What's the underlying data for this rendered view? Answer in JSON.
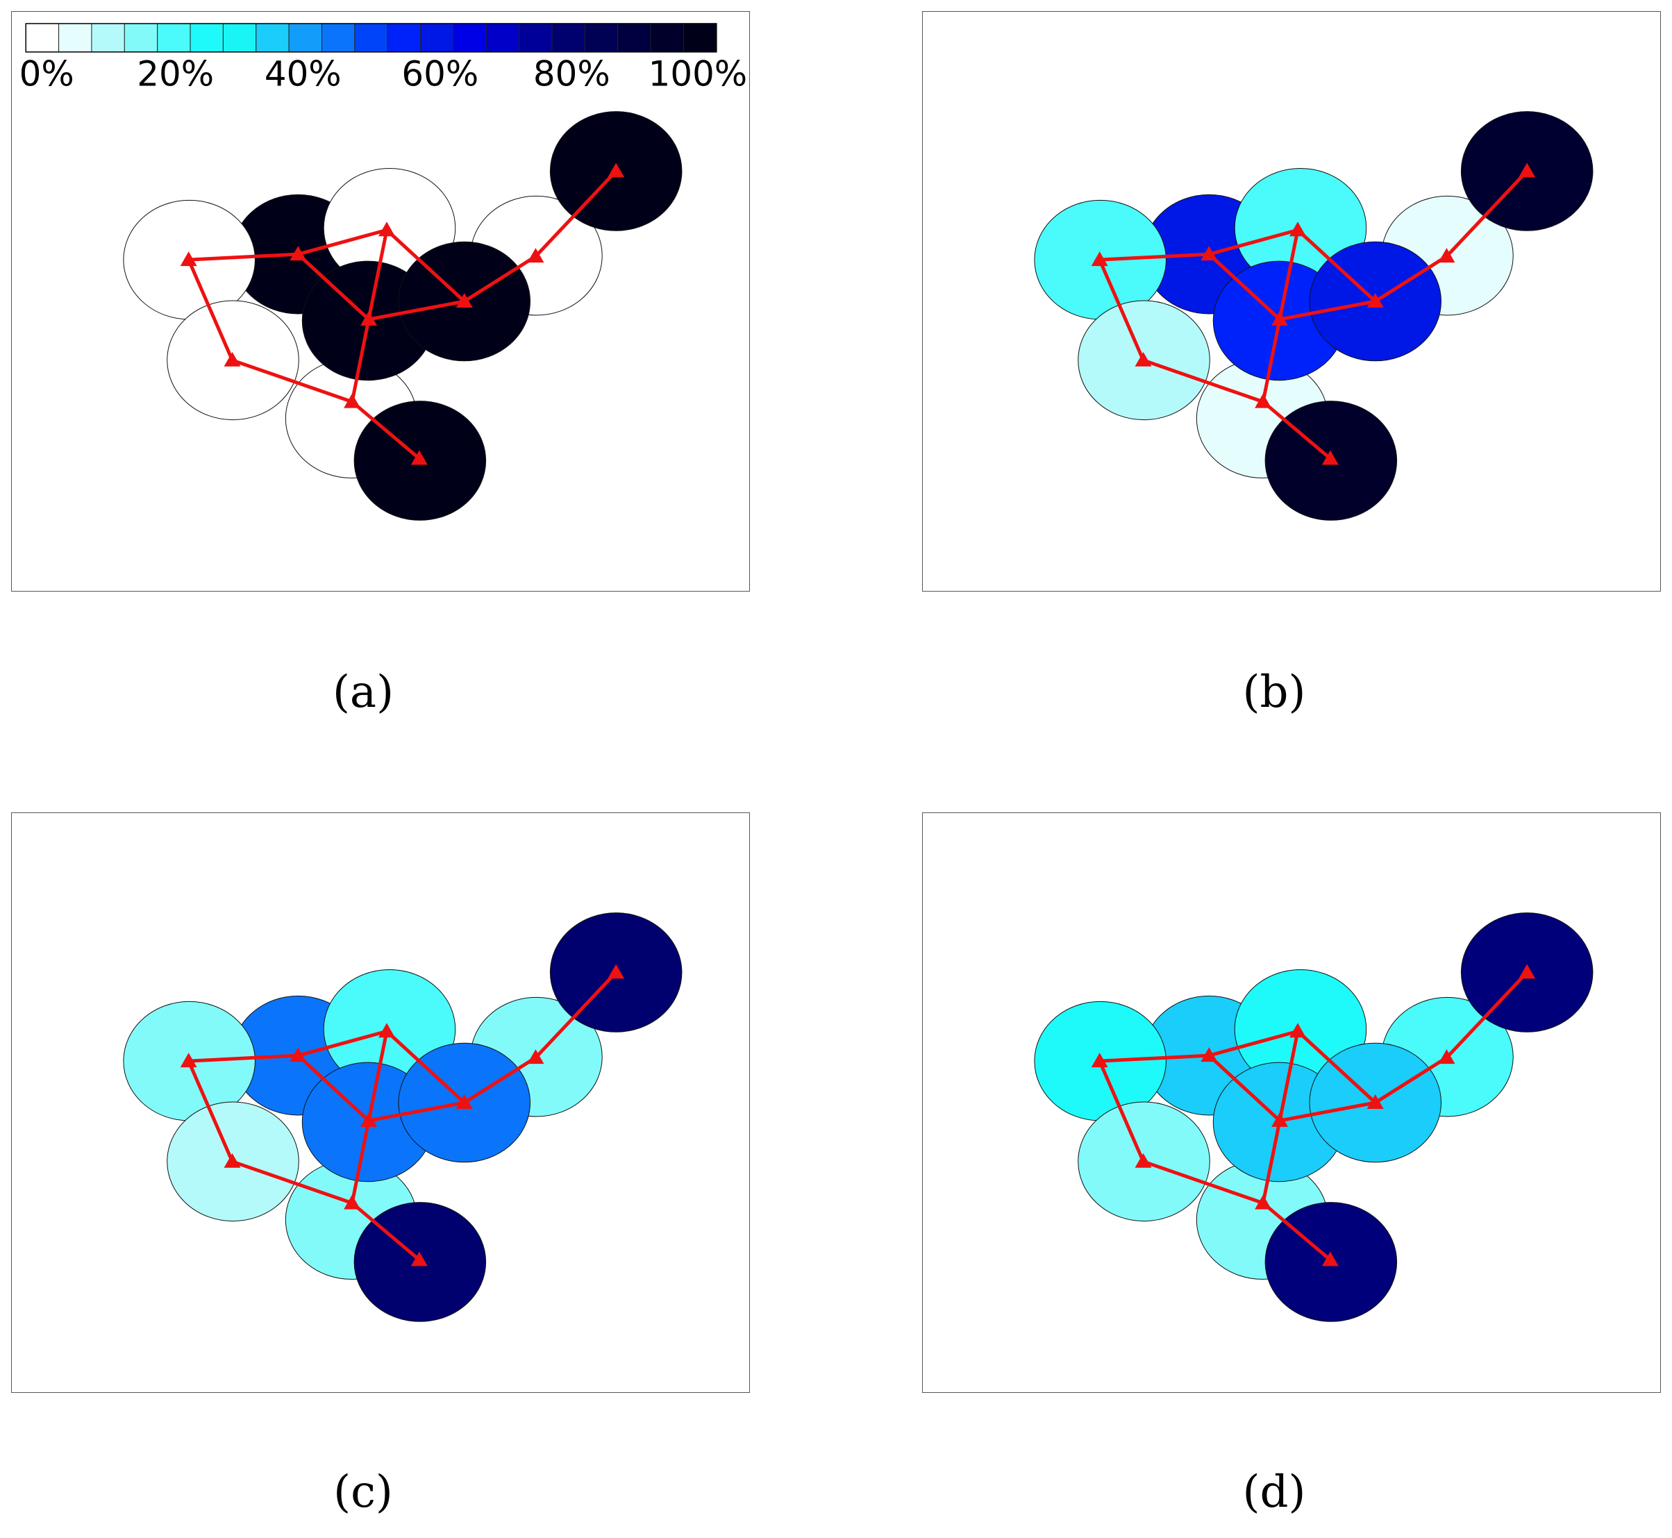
{
  "colorbar": {
    "colors": [
      "#ffffff",
      "#e5fdfd",
      "#b5fafa",
      "#83fafa",
      "#4bfafa",
      "#1efafa",
      "#19f5f5",
      "#1acdfa",
      "#139dfa",
      "#0a75fa",
      "#0044fa",
      "#0022fa",
      "#0018e6",
      "#0000e6",
      "#0000c8",
      "#000099",
      "#00006e",
      "#000055",
      "#000040",
      "#00002a",
      "#000018"
    ],
    "ticks": [
      "0%",
      "20%",
      "40%",
      "60%",
      "80%",
      "100%"
    ]
  },
  "panels": [
    {
      "caption": "(a)",
      "cells": [
        {
          "fill": "#ffffff"
        },
        {
          "fill": "#000018"
        },
        {
          "fill": "#ffffff"
        },
        {
          "fill": "#000018"
        },
        {
          "fill": "#ffffff"
        },
        {
          "fill": "#ffffff"
        },
        {
          "fill": "#000018"
        },
        {
          "fill": "#000018"
        },
        {
          "fill": "#ffffff"
        },
        {
          "fill": "#000018"
        }
      ]
    },
    {
      "caption": "(b)",
      "cells": [
        {
          "fill": "#4bfafa"
        },
        {
          "fill": "#0018e6"
        },
        {
          "fill": "#4bfafa"
        },
        {
          "fill": "#0022fa"
        },
        {
          "fill": "#e5fdfd"
        },
        {
          "fill": "#b5fafa"
        },
        {
          "fill": "#0018e6"
        },
        {
          "fill": "#000030"
        },
        {
          "fill": "#e5fdfd"
        },
        {
          "fill": "#00002a"
        }
      ]
    },
    {
      "caption": "(c)",
      "cells": [
        {
          "fill": "#83fafa"
        },
        {
          "fill": "#0a75fa"
        },
        {
          "fill": "#4bfafa"
        },
        {
          "fill": "#0a75fa"
        },
        {
          "fill": "#83fafa"
        },
        {
          "fill": "#b5fafa"
        },
        {
          "fill": "#0a75fa"
        },
        {
          "fill": "#00006e"
        },
        {
          "fill": "#83fafa"
        },
        {
          "fill": "#00006e"
        }
      ]
    },
    {
      "caption": "(d)",
      "cells": [
        {
          "fill": "#1efafa"
        },
        {
          "fill": "#1acdfa"
        },
        {
          "fill": "#1efafa"
        },
        {
          "fill": "#1acdfa"
        },
        {
          "fill": "#4bfafa"
        },
        {
          "fill": "#83fafa"
        },
        {
          "fill": "#1acdfa"
        },
        {
          "fill": "#00007a"
        },
        {
          "fill": "#83fafa"
        },
        {
          "fill": "#00007a"
        }
      ]
    }
  ],
  "colors": {
    "link": "#ee1111",
    "node": "#ee1111"
  }
}
